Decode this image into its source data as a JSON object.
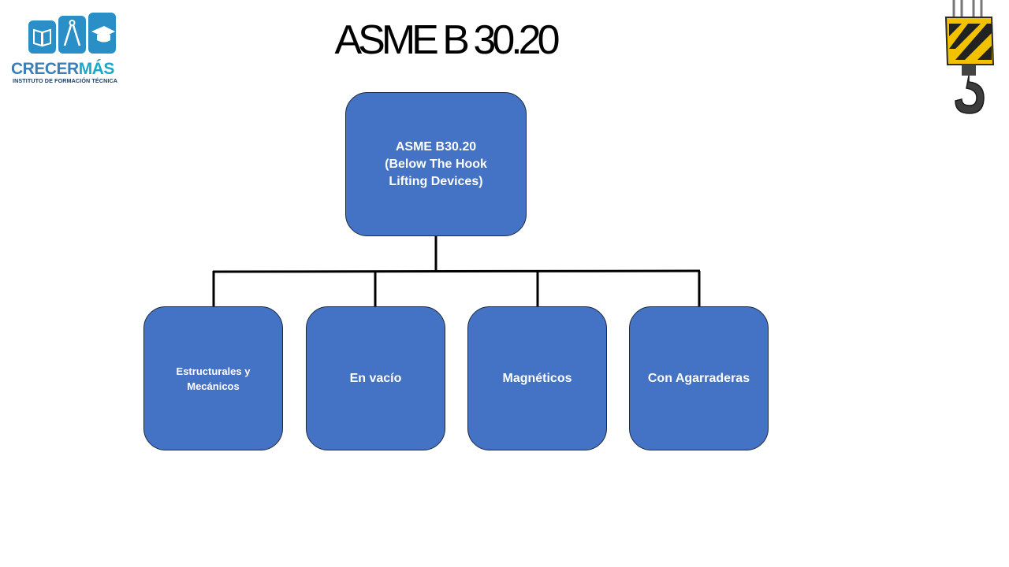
{
  "header": {
    "title": "ASME B 30.20"
  },
  "logo": {
    "brand_primary": "CRECER",
    "brand_accent": "MÁS",
    "subtitle": "INSTITUTO DE FORMACIÓN TÉCNICA",
    "icons": [
      "book-icon",
      "compass-icon",
      "graduation-cap-icon"
    ]
  },
  "decoration": {
    "icon": "crane-hook-icon"
  },
  "diagram": {
    "root": {
      "line1": "ASME B30.20",
      "line2": "(Below The Hook",
      "line3": "Lifting Devices)"
    },
    "children": [
      {
        "line1": "Estructurales y",
        "line2": "Mecánicos"
      },
      {
        "line1": "En vacío"
      },
      {
        "line1": "Magnéticos"
      },
      {
        "line1": "Con Agarraderas"
      }
    ]
  },
  "colors": {
    "node_fill": "#4472c4",
    "brand_blue": "#2a8fc6",
    "brand_dark": "#1f3e62"
  }
}
